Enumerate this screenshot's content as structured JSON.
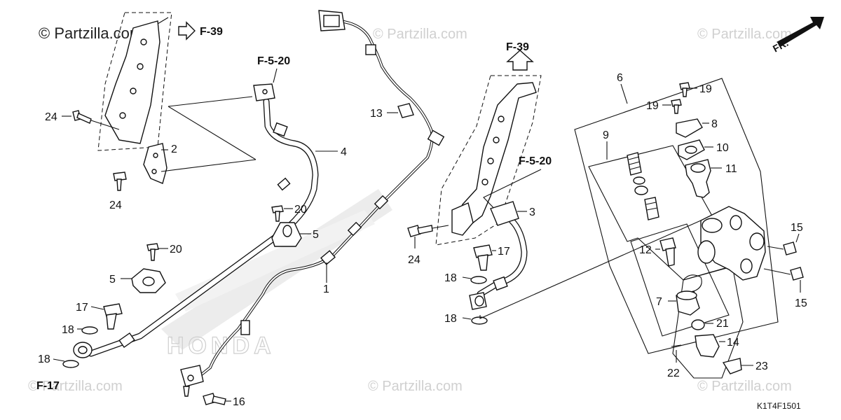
{
  "watermark": {
    "brand_main": "© Partzilla.com",
    "brand_faint": "© Partzilla.com"
  },
  "diagram_code": "K1T4F1501",
  "orientation": {
    "label": "FR."
  },
  "references": {
    "f39_left": "F-39",
    "f39_top": "F-39",
    "f520_left": "F-5-20",
    "f520_right": "F-5-20",
    "f17": "F-17"
  },
  "callouts": {
    "c1": "1",
    "c2": "2",
    "c3": "3",
    "c4": "4",
    "c5a": "5",
    "c5b": "5",
    "c6": "6",
    "c7": "7",
    "c8": "8",
    "c9": "9",
    "c10": "10",
    "c11": "11",
    "c12": "12",
    "c13": "13",
    "c14": "14",
    "c15a": "15",
    "c15b": "15",
    "c16": "16",
    "c17a": "17",
    "c17b": "17",
    "c18a": "18",
    "c18b": "18",
    "c18c": "18",
    "c18d": "18",
    "c19a": "19",
    "c19b": "19",
    "c20a": "20",
    "c20b": "20",
    "c21": "21",
    "c22": "22",
    "c23": "23",
    "c24a": "24",
    "c24b": "24",
    "c24c": "24"
  }
}
